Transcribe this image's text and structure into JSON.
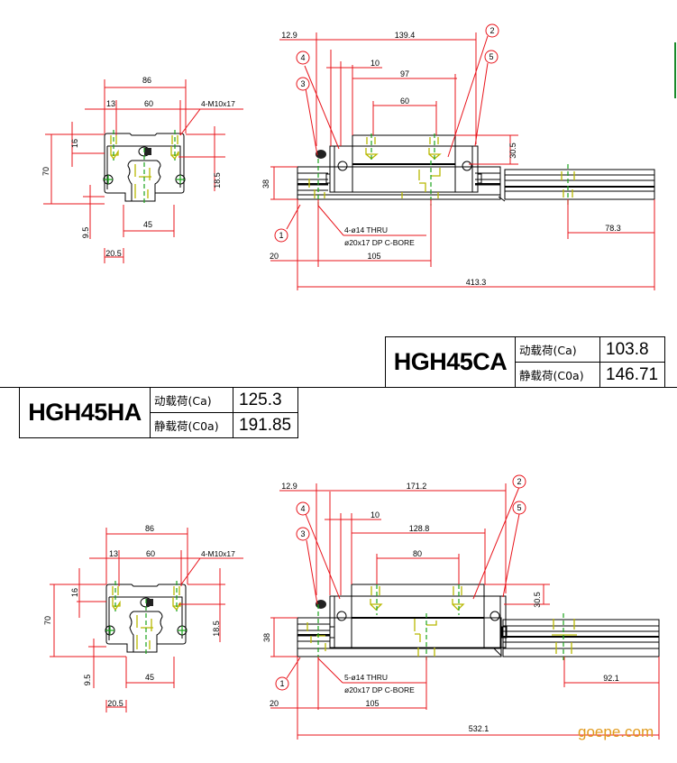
{
  "views": [
    {
      "id": "hgh45ca",
      "end_view": {
        "dims": {
          "width": "86",
          "left_offset": "13",
          "bolt_pitch": "60",
          "thread": "4-M10x17",
          "top_step": "16",
          "height": "70",
          "side_height": "18.5",
          "bottom_gap": "9.5",
          "rail_width": "45",
          "rail_offset": "20.5"
        }
      },
      "side_view": {
        "dims": {
          "seal": "12.9",
          "block_length": "139.4",
          "gap": "10",
          "body_length": "97",
          "bolt_pitch": "60",
          "block_height": "30.5",
          "rail_height": "38",
          "end_offset": "20",
          "hole_pitch": "105",
          "end_gap": "78.3",
          "rail_length": "413.3"
        },
        "hole_note": [
          "4-ø14 THRU",
          "ø20x17 DP C-BORE"
        ],
        "balloons": [
          "1",
          "2",
          "3",
          "4",
          "5"
        ]
      },
      "spec": {
        "model": "HGH45CA",
        "dynamic_label": "动载荷(Ca)",
        "dynamic_value": "103.8",
        "static_label": "静载荷(C0a)",
        "static_value": "146.71"
      }
    },
    {
      "id": "hgh45ha",
      "end_view": {
        "dims": {
          "width": "86",
          "left_offset": "13",
          "bolt_pitch": "60",
          "thread": "4-M10x17",
          "top_step": "16",
          "height": "70",
          "side_height": "18.5",
          "bottom_gap": "9.5",
          "rail_width": "45",
          "rail_offset": "20.5"
        }
      },
      "side_view": {
        "dims": {
          "seal": "12.9",
          "block_length": "171.2",
          "gap": "10",
          "body_length": "128.8",
          "bolt_pitch": "80",
          "block_height": "30.5",
          "rail_height": "38",
          "end_offset": "20",
          "hole_pitch": "105",
          "end_gap": "92.1",
          "rail_length": "532.1"
        },
        "hole_note": [
          "5-ø14 THRU",
          "ø20x17 DP C-BORE"
        ],
        "balloons": [
          "1",
          "2",
          "3",
          "4",
          "5"
        ]
      },
      "spec": {
        "model": "HGH45HA",
        "dynamic_label": "动载荷(Ca)",
        "dynamic_value": "125.3",
        "static_label": "静载荷(C0a)",
        "static_value": "191.85"
      }
    }
  ],
  "watermark": "goepe.com"
}
